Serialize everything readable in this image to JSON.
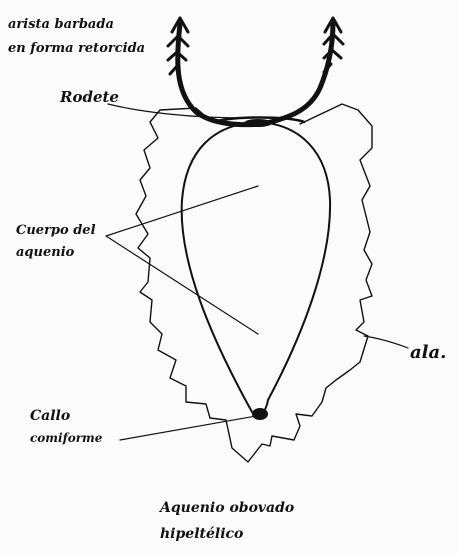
{
  "diagram": {
    "labels": {
      "awn_line1": "arista barbada",
      "awn_line2": "en forma retorcida",
      "rodete": "Rodete",
      "body_line1": "Cuerpo del",
      "body_line2": "aquenio",
      "callus_line1": "Callo",
      "callus_line2": "comiforme",
      "wing": "ala.",
      "caption_line1": "Aquenio obovado",
      "caption_line2": "hipeltélico"
    },
    "colors": {
      "ink": "#111111",
      "paper": "#fbfbfb"
    }
  }
}
